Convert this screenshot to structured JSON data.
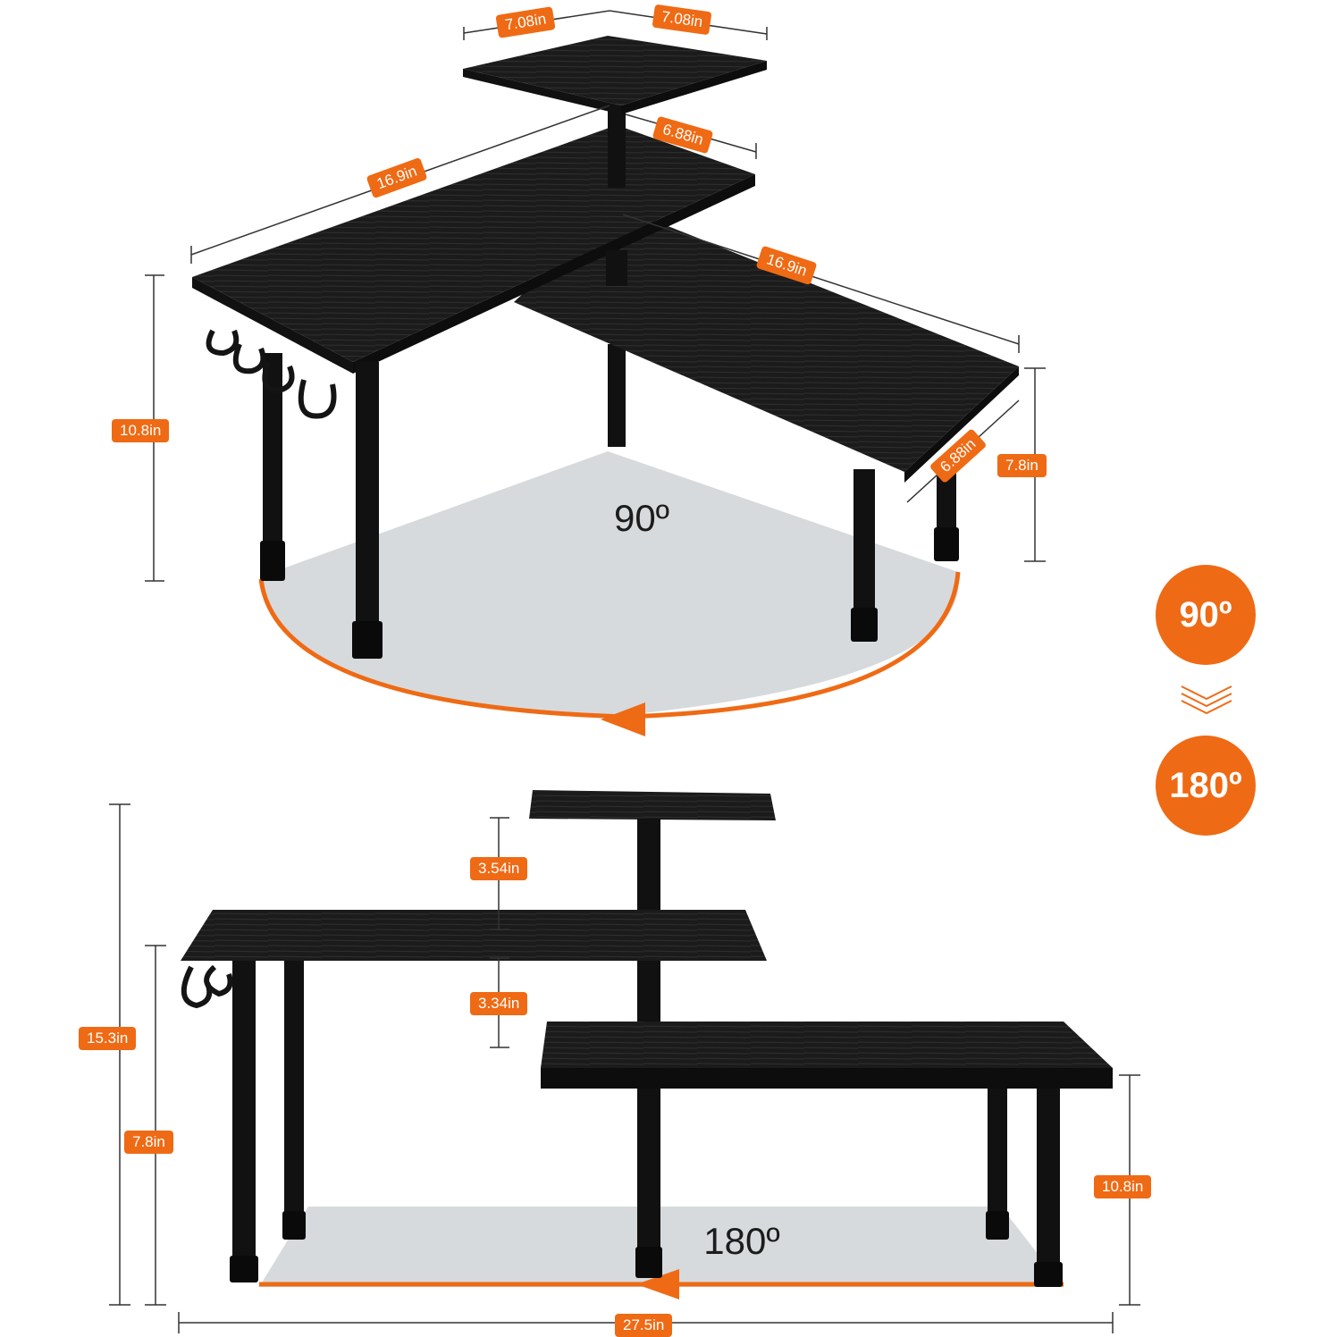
{
  "corner_view": {
    "top_width_a": "7.08in",
    "top_width_b": "7.08in",
    "middle_depth": "6.88in",
    "long_shelf_length": "16.9in",
    "right_shelf_length": "16.9in",
    "right_shelf_depth": "6.88in",
    "total_height": "10.8in",
    "right_height": "7.8in",
    "angle": "90º"
  },
  "side_badges": {
    "from_angle": "90º",
    "to_angle": "180º"
  },
  "straight_view": {
    "top_gap": "3.54in",
    "middle_gap": "3.34in",
    "total_height": "15.3in",
    "left_height": "7.8in",
    "right_height": "10.8in",
    "total_width": "27.5in",
    "angle": "180º"
  },
  "colors": {
    "accent": "#ef6a14",
    "shelf": "#1b1b1b",
    "floor": "#d6dadd"
  }
}
